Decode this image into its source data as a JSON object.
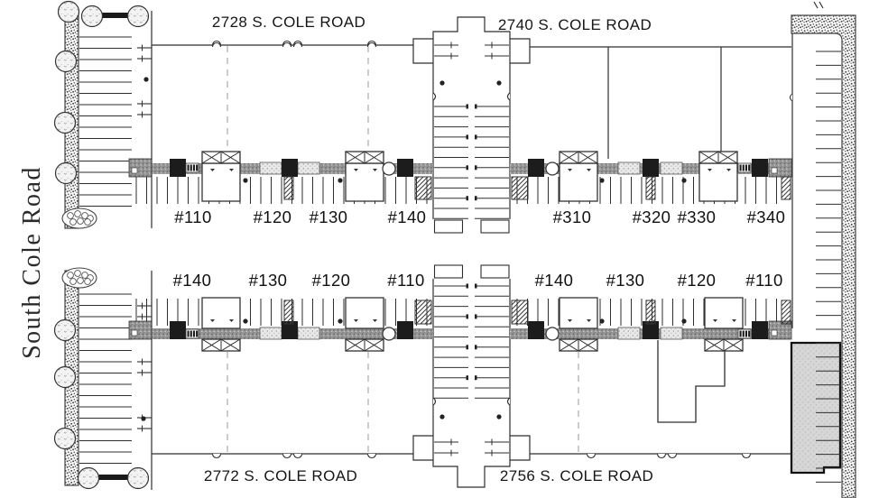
{
  "plan": {
    "road_label": "South Cole Road",
    "buildings": [
      {
        "address": "2728 S. COLE ROAD",
        "suites": [
          "#110",
          "#120",
          "#130",
          "#140"
        ]
      },
      {
        "address": "2740 S. COLE ROAD",
        "suites": [
          "#310",
          "#320",
          "#330",
          "#340"
        ]
      },
      {
        "address": "2772 S. COLE ROAD",
        "suites": [
          "#140",
          "#130",
          "#120",
          "#110"
        ]
      },
      {
        "address": "2756 S. COLE ROAD",
        "suites": [
          "#140",
          "#130",
          "#120",
          "#110"
        ]
      }
    ],
    "colors": {
      "line": "#2e2e2e",
      "band_dark": "#969696",
      "band_light": "#e8e8e8",
      "footprint_gray": "#d7d7d7",
      "paper": "#ffffff",
      "dash": "#9a9a9a",
      "black_feature": "#1c1c1c"
    }
  }
}
